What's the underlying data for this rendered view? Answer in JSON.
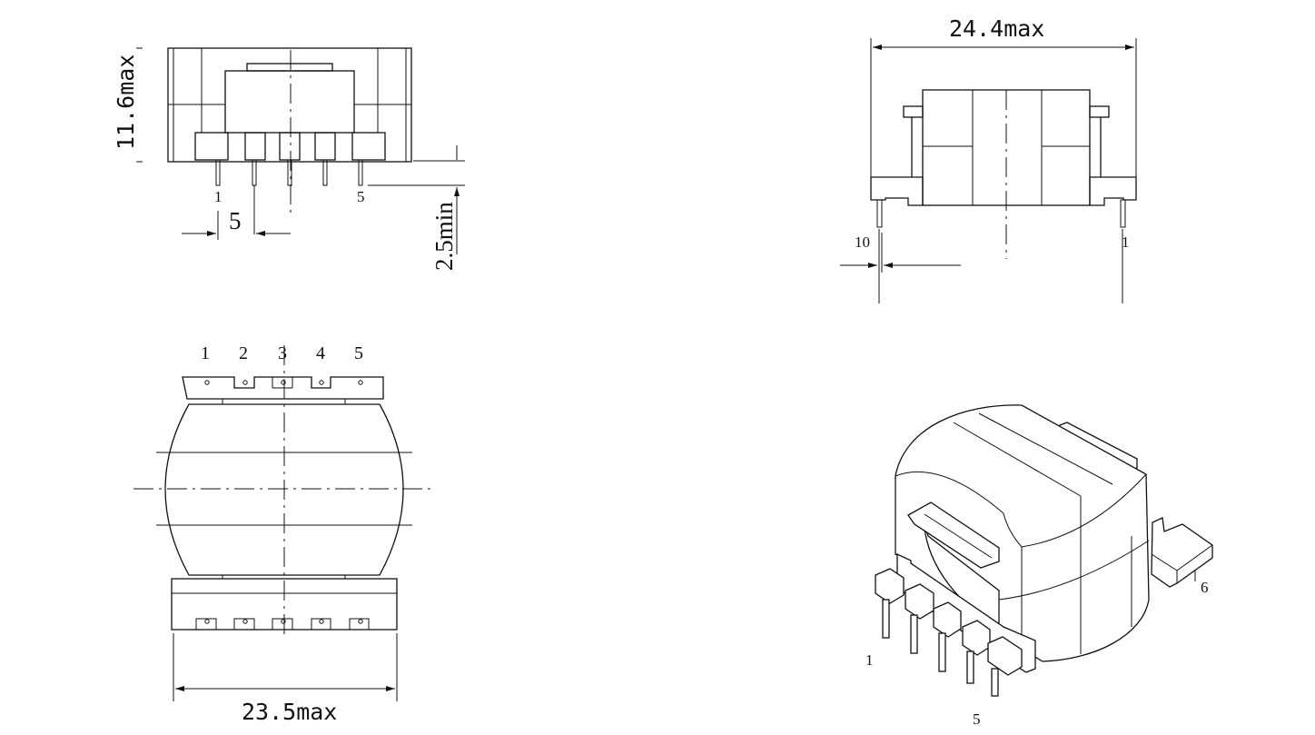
{
  "front_view": {
    "height_dim": "11.6max",
    "pitch_dim": "5",
    "pin_length_dim": "2.5min",
    "pin_label_left": "1",
    "pin_label_right": "5"
  },
  "side_view": {
    "width_dim": "24.4max",
    "pin_offset_dim": "10",
    "pin_label_right": "1"
  },
  "top_view": {
    "pin_labels": [
      "1",
      "2",
      "3",
      "4",
      "5"
    ],
    "length_dim": "23.5max"
  },
  "iso_view": {
    "pin_label_1": "1",
    "pin_label_5": "5",
    "pin_label_6": "6"
  }
}
